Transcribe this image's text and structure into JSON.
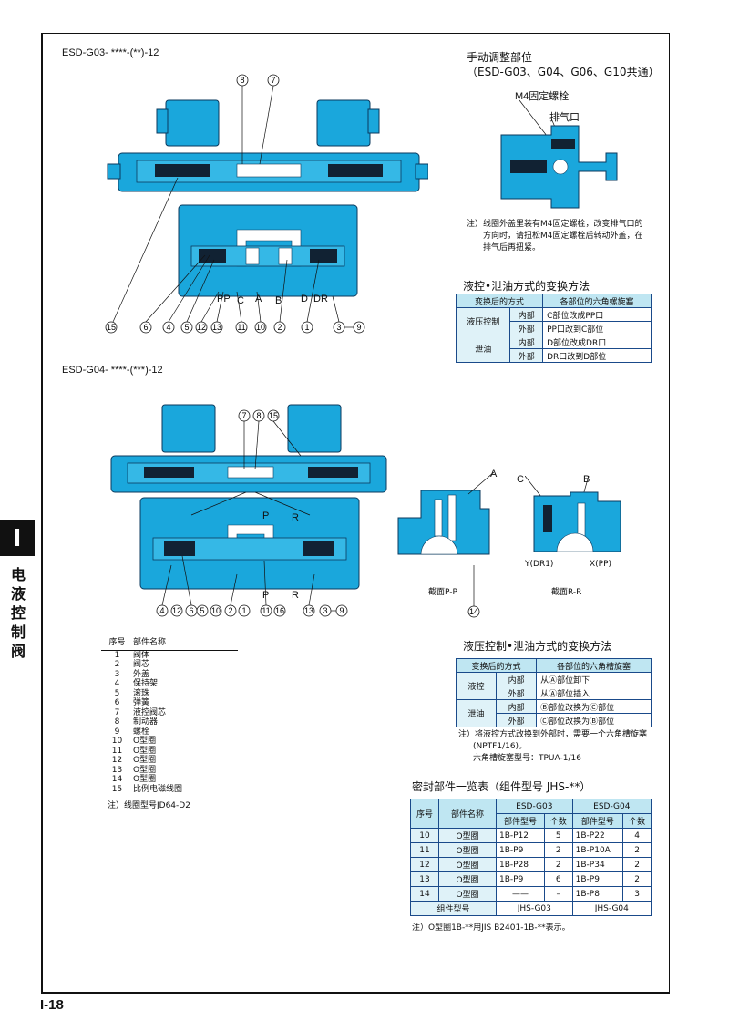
{
  "page": {
    "number": "I-18",
    "side_tab": "I",
    "side_title": [
      "电",
      "液",
      "控",
      "制",
      "阀"
    ]
  },
  "g03": {
    "model": "ESD-G03- ****-(**)-12",
    "callouts_top": [
      "8",
      "7"
    ],
    "callouts_bottom": [
      "15",
      "6",
      "4",
      "5",
      "12",
      "13",
      "11",
      "10",
      "2",
      "1",
      "3",
      "9"
    ],
    "ports": [
      "PP",
      "C",
      "A",
      "B",
      "D",
      "DR"
    ]
  },
  "g04": {
    "model": "ESD-G04- ****-(***)-12",
    "callouts_top": [
      "7",
      "8",
      "15"
    ],
    "callouts_bottom": [
      "4",
      "12",
      "6",
      "5",
      "10",
      "2",
      "1",
      "11",
      "16",
      "13",
      "3",
      "9"
    ],
    "ports": [
      "P",
      "R",
      "P",
      "R"
    ]
  },
  "manual": {
    "title1": "手动调整部位",
    "title2": "（ESD-G03、G04、G06、G10共通）",
    "label_bolt": "M4固定螺栓",
    "label_vent": "排气口",
    "note": [
      "注）线圈外盖里装有M4固定螺栓，改变排气口的",
      "方向时，请扭松M4固定螺栓后转动外盖，在",
      "排气后再扭紧。"
    ]
  },
  "conv1": {
    "title": "液控•泄油方式的变换方法",
    "headers": [
      "变换后的方式",
      "各部位的六角螺旋塞"
    ],
    "rows": [
      {
        "mode": "液压控制",
        "part": "内部",
        "desc": "C部位改成PP口"
      },
      {
        "mode": "",
        "part": "外部",
        "desc": "PP口改到C部位"
      },
      {
        "mode": "泄油",
        "part": "内部",
        "desc": "D部位改成DR口"
      },
      {
        "mode": "",
        "part": "外部",
        "desc": "DR口改到D部位"
      }
    ]
  },
  "sections": {
    "pp_label": "截面P-P",
    "rr_label": "截面R-R",
    "callout_pp": "14",
    "label_a": "A",
    "label_b": "B",
    "label_c": "C",
    "y_label": "Y(DR1)",
    "x_label": "X(PP)"
  },
  "parts": {
    "headers": [
      "序号",
      "部件名称"
    ],
    "items": [
      {
        "no": "1",
        "name": "阀体"
      },
      {
        "no": "2",
        "name": "阀芯"
      },
      {
        "no": "3",
        "name": "外盖"
      },
      {
        "no": "4",
        "name": "保持架"
      },
      {
        "no": "5",
        "name": "滚珠"
      },
      {
        "no": "6",
        "name": "弹簧"
      },
      {
        "no": "7",
        "name": "液控阀芯"
      },
      {
        "no": "8",
        "name": "制动器"
      },
      {
        "no": "9",
        "name": "螺栓"
      },
      {
        "no": "10",
        "name": "O型圈"
      },
      {
        "no": "11",
        "name": "O型圈"
      },
      {
        "no": "12",
        "name": "O型圈"
      },
      {
        "no": "13",
        "name": "O型圈"
      },
      {
        "no": "14",
        "name": "O型圈"
      },
      {
        "no": "15",
        "name": "比例电磁线圈"
      }
    ],
    "note": "注）线圈型号JD64-D2"
  },
  "conv2": {
    "title": "液压控制•泄油方式的变换方法",
    "headers": [
      "变换后的方式",
      "各部位的六角槽旋塞"
    ],
    "rows": [
      {
        "mode": "液控",
        "part": "内部",
        "desc": "从Ⓐ部位卸下"
      },
      {
        "mode": "",
        "part": "外部",
        "desc": "从Ⓐ部位插入"
      },
      {
        "mode": "泄油",
        "part": "内部",
        "desc": "Ⓑ部位改换为Ⓒ部位"
      },
      {
        "mode": "",
        "part": "外部",
        "desc": "Ⓒ部位改换为Ⓑ部位"
      }
    ],
    "note": [
      "注）将液控方式改换到外部时，需要一个六角槽旋塞",
      "(NPTF1/16)。",
      "六角槽旋塞型号：TPUA-1/16"
    ]
  },
  "seal": {
    "title": "密封部件一览表（组件型号 JHS-**）",
    "h_no": "序号",
    "h_name": "部件名称",
    "h_g03": "ESD-G03",
    "h_g04": "ESD-G04",
    "h_type": "部件型号",
    "h_qty": "个数",
    "rows": [
      {
        "no": "10",
        "name": "O型圈",
        "t03": "1B-P12",
        "q03": "5",
        "t04": "1B-P22",
        "q04": "4"
      },
      {
        "no": "11",
        "name": "O型圈",
        "t03": "1B-P9",
        "q03": "2",
        "t04": "1B-P10A",
        "q04": "2"
      },
      {
        "no": "12",
        "name": "O型圈",
        "t03": "1B-P28",
        "q03": "2",
        "t04": "1B-P34",
        "q04": "2"
      },
      {
        "no": "13",
        "name": "O型圈",
        "t03": "1B-P9",
        "q03": "6",
        "t04": "1B-P9",
        "q04": "2"
      },
      {
        "no": "14",
        "name": "O型圈",
        "t03": "——",
        "q03": "–",
        "t04": "1B-P8",
        "q04": "3"
      }
    ],
    "kit_label": "组件型号",
    "kit03": "JHS-G03",
    "kit04": "JHS-G04",
    "note": "注）O型圈1B-**用JIS B2401-1B-**表示。"
  }
}
